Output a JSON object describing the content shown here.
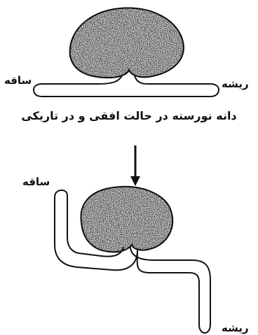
{
  "labels": {
    "top_stem": "ساقه",
    "top_root": "ریشه",
    "caption": "دانه نورسته در حالت افقی و در تاریکی",
    "bottom_stem": "ساقه",
    "bottom_root": "ریشه"
  },
  "colors": {
    "ink": "#111111",
    "background": "#ffffff"
  }
}
